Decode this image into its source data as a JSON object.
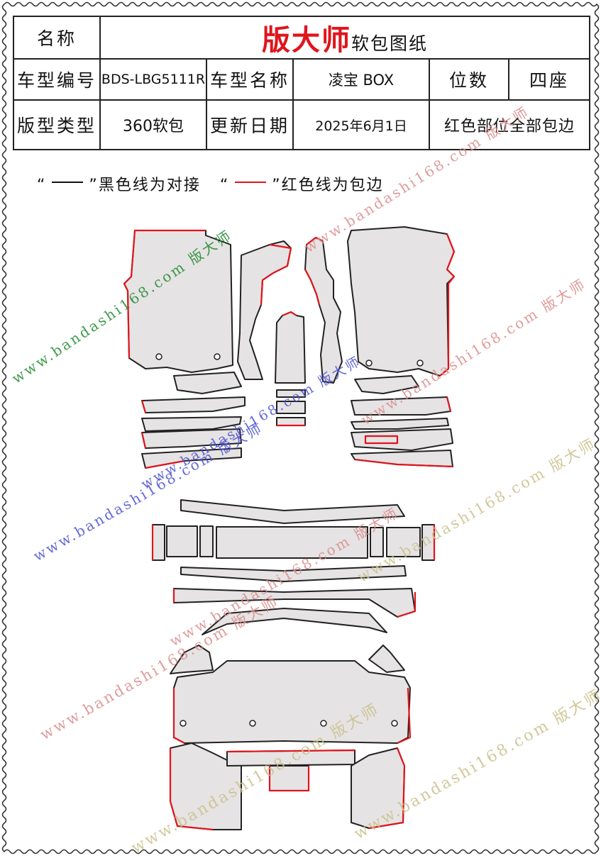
{
  "header": {
    "name_label": "名称",
    "brand": "版大师",
    "brand_sub": "软包图纸"
  },
  "info": {
    "model_code_label": "车型编号",
    "model_code": "BDS-LBG5111R",
    "model_name_label": "车型名称",
    "model_name": "凌宝 BOX",
    "seats_label": "位数",
    "seats": "四座",
    "pattern_type_label": "版型类型",
    "pattern_type": "360软包",
    "update_label": "更新日期",
    "update_date": "2025年6月1日",
    "note": "红色部位全部包边"
  },
  "legend": {
    "q_open": "“",
    "q_close": "”",
    "black_text": "黑色线为对接",
    "red_text": "红色线为包边"
  },
  "watermark": {
    "url": "www.bandashi168.com",
    "brand": "版大师"
  },
  "colors": {
    "red": "#e0151c",
    "line": "#222222",
    "panel": "#e6e3e4",
    "green": "#1e8a2e",
    "blue": "#4a4fcf",
    "khaki": "#c9c08a",
    "pink": "#d98b8b"
  }
}
